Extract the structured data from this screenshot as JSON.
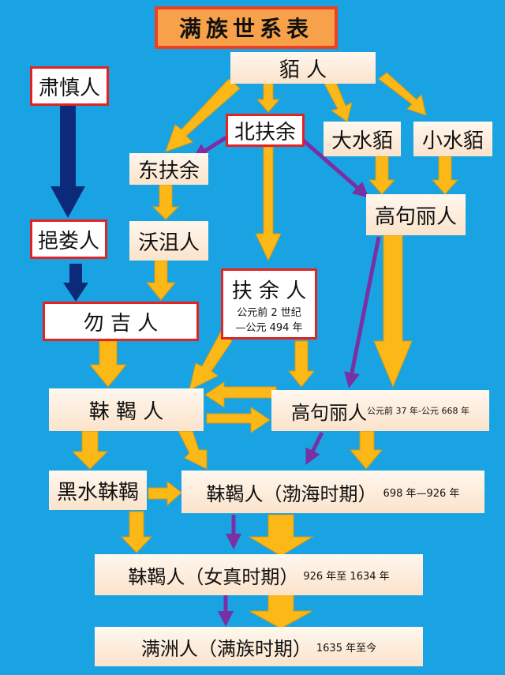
{
  "title": "满族世系表",
  "nodes": {
    "mo": "貊    人",
    "sushen": "肃慎人",
    "beifuyu": "北扶余",
    "dashuimo": "大水貊",
    "xiaoshuimo": "小水貊",
    "dongfuyu": "东扶余",
    "gaogouli1": "高句丽人",
    "yilou": "挹娄人",
    "wuju": "沃沮人",
    "fuyu": "扶 余 人",
    "fuyu_note1": "公元前 2 世纪",
    "fuyu_note2": "—公元 494 年",
    "wuji": "勿 吉 人",
    "mohe": "靺 鞨  人",
    "gaogouli2": "高句丽人",
    "gaogouli2_note": "公元前 37 年-公元 668 年",
    "heishui": "黑水靺鞨",
    "bohai": "靺鞨人（渤海时期）",
    "bohai_note": "698 年—926 年",
    "nuzhen": "靺鞨人（女真时期）",
    "nuzhen_note": "926 年至 1634 年",
    "manzhou": "满洲人（满族时期）",
    "manzhou_note": "1635 年至今"
  },
  "colors": {
    "background": "#1aa3e3",
    "arrow_yellow": "#fbb816",
    "arrow_purple": "#7a2fa3",
    "arrow_navy": "#0d2a7a",
    "border_red": "#e32222"
  }
}
